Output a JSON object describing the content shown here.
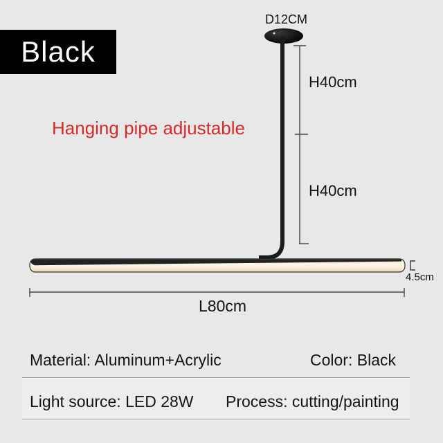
{
  "page": {
    "background": "#e9e8e8",
    "description": "Pendant lamp dimension diagram"
  },
  "variant_badge": {
    "label": "Black",
    "bg_color": "#000000",
    "text_color": "#ffffff"
  },
  "annotations": {
    "canopy_diameter": "D12CM",
    "upper_height": "H40cm",
    "lower_height": "H40cm",
    "adjustable_note": "Hanging pipe adjustable",
    "bar_length": "L80cm",
    "bar_thickness": "4.5cm"
  },
  "specs": {
    "material": "Material: Aluminum+Acrylic",
    "color": "Color: Black",
    "light_source": "Light source: LED 28W",
    "process": "Process: cutting/painting"
  },
  "colors": {
    "accent_red": "#d32b2b",
    "lamp_black": "#1b1b1b",
    "bar_glow_center": "#fdf8ec",
    "bar_glow_edge": "#ecd8b2",
    "dimension_line": "#444444",
    "divider_gray": "#9a9a9a"
  }
}
